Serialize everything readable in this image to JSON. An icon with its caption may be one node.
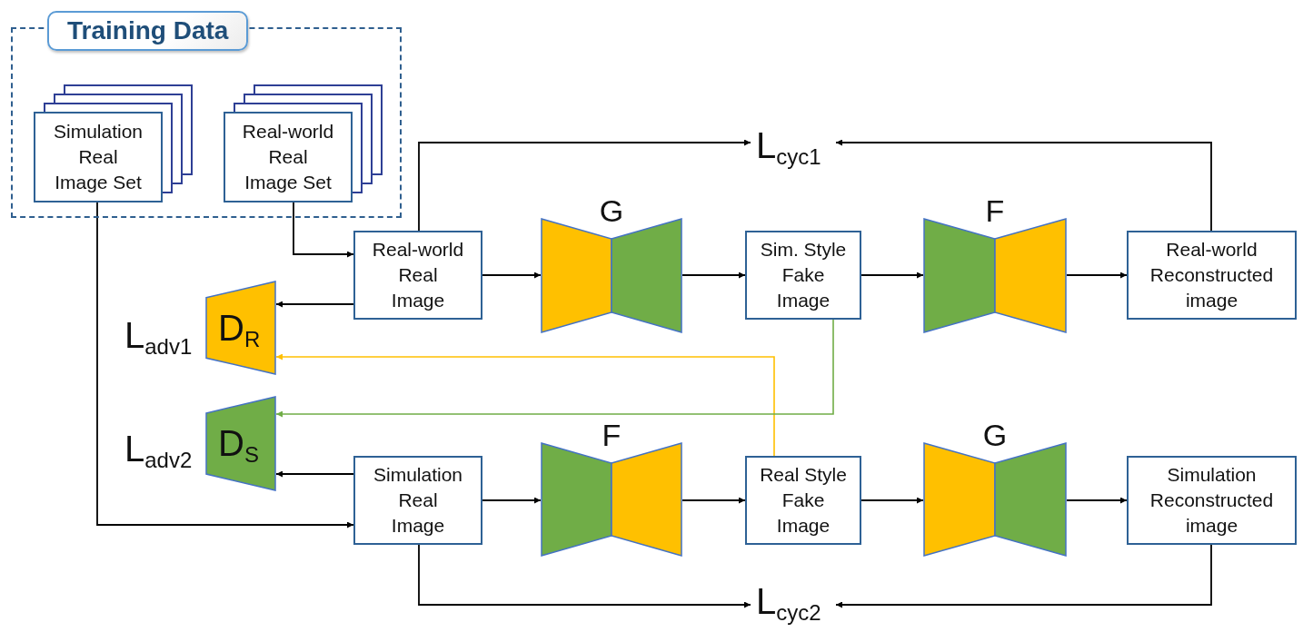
{
  "diagram": {
    "nodes": [
      {
        "text": [
          "Training Data"
        ]
      },
      {
        "text": [
          "Simulation Real Image Set"
        ],
        "in": 0
      },
      {
        "text": [
          "Real-world Real Image Set"
        ],
        "in": 0
      },
      {
        "text": [
          "Real-world Real Image"
        ]
      },
      {
        "text": [
          "G"
        ]
      },
      {
        "text": [
          "Sim. Style Fake Image"
        ]
      },
      {
        "text": [
          "F"
        ]
      },
      {
        "text": [
          "Real-world Reconstructed image"
        ]
      },
      {
        "text": [
          "L$_{cyc1}$"
        ]
      },
      {
        "text": [
          "D$_{R}$"
        ],
        "beside": [
          "L$_{adv1}$"
        ]
      },
      {
        "text": [
          "D$_{S}$"
        ],
        "beside": [
          "L$_{adv2}$"
        ]
      },
      {
        "text": [
          "Simulation Real Image"
        ]
      },
      {
        "text": [
          "F"
        ]
      },
      {
        "text": [
          "Real Style Fake Image"
        ]
      },
      {
        "text": [
          "G"
        ]
      },
      {
        "text": [
          "Simulation Reconstructed image"
        ]
      },
      {
        "text": [
          "L$_{cyc2}$"
        ]
      }
    ],
    "edges": [
      {
        "from": 2,
        "to": 3,
        "arrow": "to"
      },
      {
        "from": 1,
        "to": 11,
        "arrow": "to"
      },
      {
        "from": 3,
        "to": 4,
        "arrow": "to"
      },
      {
        "from": 4,
        "to": 5,
        "arrow": "to"
      },
      {
        "from": 5,
        "to": 6,
        "arrow": "to"
      },
      {
        "from": 6,
        "to": 7,
        "arrow": "to"
      },
      {
        "from": 3,
        "to": 8,
        "arrow": "to"
      },
      {
        "from": 7,
        "to": 8,
        "arrow": "to"
      },
      {
        "from": 3,
        "to": 9,
        "arrow": "to"
      },
      {
        "from": 13,
        "to": 9,
        "arrow": "to",
        "color": "#ffc000"
      },
      {
        "from": 5,
        "to": 10,
        "arrow": "to",
        "color": "#70ad47"
      },
      {
        "from": 11,
        "to": 10,
        "arrow": "to"
      },
      {
        "from": 11,
        "to": 12,
        "arrow": "to"
      },
      {
        "from": 12,
        "to": 13,
        "arrow": "to"
      },
      {
        "from": 13,
        "to": 14,
        "arrow": "to"
      },
      {
        "from": 14,
        "to": 15,
        "arrow": "to"
      },
      {
        "from": 11,
        "to": 16,
        "arrow": "to"
      },
      {
        "from": 15,
        "to": 16,
        "arrow": "to"
      }
    ]
  }
}
